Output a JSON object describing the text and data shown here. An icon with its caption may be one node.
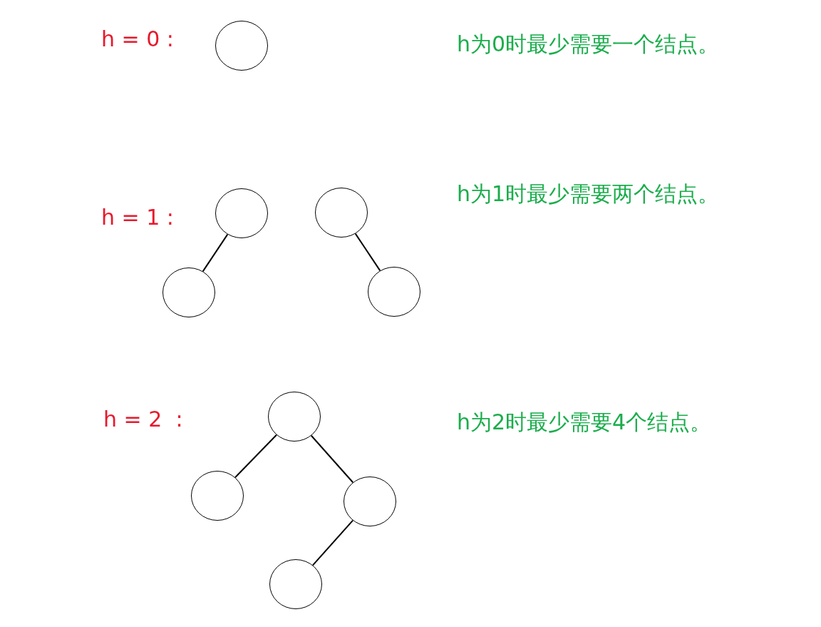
{
  "diagram": {
    "nodes": [
      {
        "text": [],
        "shape": "circle"
      },
      {
        "text": [],
        "shape": "circle"
      },
      {
        "text": [],
        "shape": "circle"
      },
      {
        "text": [],
        "shape": "circle"
      },
      {
        "text": [],
        "shape": "circle"
      },
      {
        "text": [],
        "shape": "circle"
      },
      {
        "text": [],
        "shape": "circle"
      },
      {
        "text": [],
        "shape": "circle"
      },
      {
        "text": [],
        "shape": "circle"
      }
    ],
    "edges": [
      {
        "from": 1,
        "to": 3,
        "arrow": "none"
      },
      {
        "from": 2,
        "to": 4,
        "arrow": "none"
      },
      {
        "from": 5,
        "to": 6,
        "arrow": "none"
      },
      {
        "from": 5,
        "to": 7,
        "arrow": "none"
      },
      {
        "from": 7,
        "to": 8,
        "arrow": "none"
      }
    ],
    "labels": [
      "h = 0 :",
      "h为0时最少需要一个结点。",
      "h = 1 :",
      "h为1时最少需要两个结点。",
      "h = 2  :",
      "h为2时最少需要4个结点。"
    ]
  }
}
